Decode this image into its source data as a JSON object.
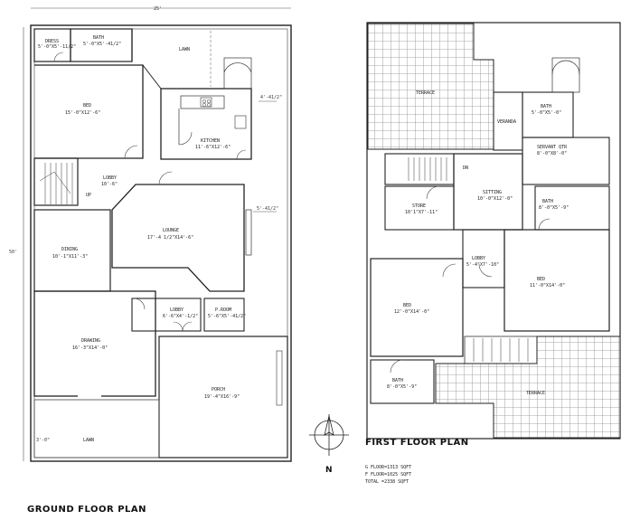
{
  "ground_floor": {
    "title": "GROUND FLOOR PLAN",
    "overall_width": "25'",
    "overall_depth": "50'",
    "rooms": {
      "dress": {
        "name": "DRESS",
        "size": "5'-0\"X5'-11/2\""
      },
      "bath": {
        "name": "BATH",
        "size": "5'-0\"X5'-41/2\""
      },
      "lawn_top": {
        "name": "LAWN"
      },
      "bed": {
        "name": "BED",
        "size": "15'-0\"X12'-6\""
      },
      "kitchen": {
        "name": "KITCHEN",
        "size": "11'-6\"X12'-6\""
      },
      "lobby": {
        "name": "LOBBY",
        "size": "10'-6\""
      },
      "up": "UP",
      "lounge": {
        "name": "LOUNGE",
        "size": "17'-4 1/2\"X14'-6\""
      },
      "dining": {
        "name": "DINING",
        "size": "10'-1\"X11'-3\""
      },
      "lobby_small": {
        "name": "LOBBY",
        "size": "6'-6\"X4'-1/2\""
      },
      "proom": {
        "name": "P.ROOM",
        "size": "5'-6\"X5'-41/2\""
      },
      "drawing": {
        "name": "DRAWING",
        "size": "16'-3\"X14'-0\""
      },
      "porch": {
        "name": "PORCH",
        "size": "19'-4\"X16'-9\""
      },
      "lawn_bottom": {
        "name": "LAWN"
      }
    },
    "side_dims": [
      "4'-41/2\"",
      "5'-41/2\"",
      "3'-0\""
    ]
  },
  "first_floor": {
    "title": "FIRST FLOOR PLAN",
    "rooms": {
      "terrace_top": {
        "name": "TERRACE"
      },
      "veranda": {
        "name": "VERANDA"
      },
      "bath_top": {
        "name": "BATH",
        "size": "5'-0\"X5'-0\""
      },
      "servant": {
        "name": "SERVANT QTR",
        "size": "8'-0\"X8'-0\""
      },
      "dn": "DN",
      "sitting": {
        "name": "SITTING",
        "size": "10'-0\"X12'-0\""
      },
      "store": {
        "name": "STORE",
        "size": "10'1\"X7'-11\""
      },
      "bath_mid": {
        "name": "BATH",
        "size": "8'-0\"X5'-9\""
      },
      "lobby": {
        "name": "LOBBY",
        "size": "5'-4\"X7'-10\""
      },
      "bed_left": {
        "name": "BED",
        "size": "12'-0\"X14'-0\""
      },
      "bed_right": {
        "name": "BED",
        "size": "11'-0\"X14'-0\""
      },
      "bath_bottom": {
        "name": "BATH",
        "size": "8'-0\"X5'-9\""
      },
      "terrace_bottom": {
        "name": "TERRACE"
      }
    }
  },
  "north_label": "N",
  "area_summary": [
    "G FLOOR=1313 SQFT",
    "F FLOOR=1025 SQFT",
    "TOTAL   =2338 SQFT"
  ]
}
